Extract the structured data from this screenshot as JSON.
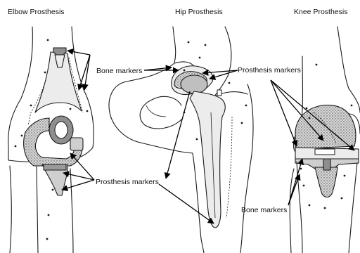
{
  "titles": {
    "elbow": "Elbow Prosthesis",
    "hip": "Hip Prosthesis",
    "knee": "Knee Prosthesis"
  },
  "labels": {
    "elbow_bone_markers": "Bone markers",
    "elbow_prosthesis_markers": "Prosthesis markers",
    "hip_prosthesis_markers": "Prosthesis markers",
    "knee_bone_markers": "Bone markers"
  }
}
